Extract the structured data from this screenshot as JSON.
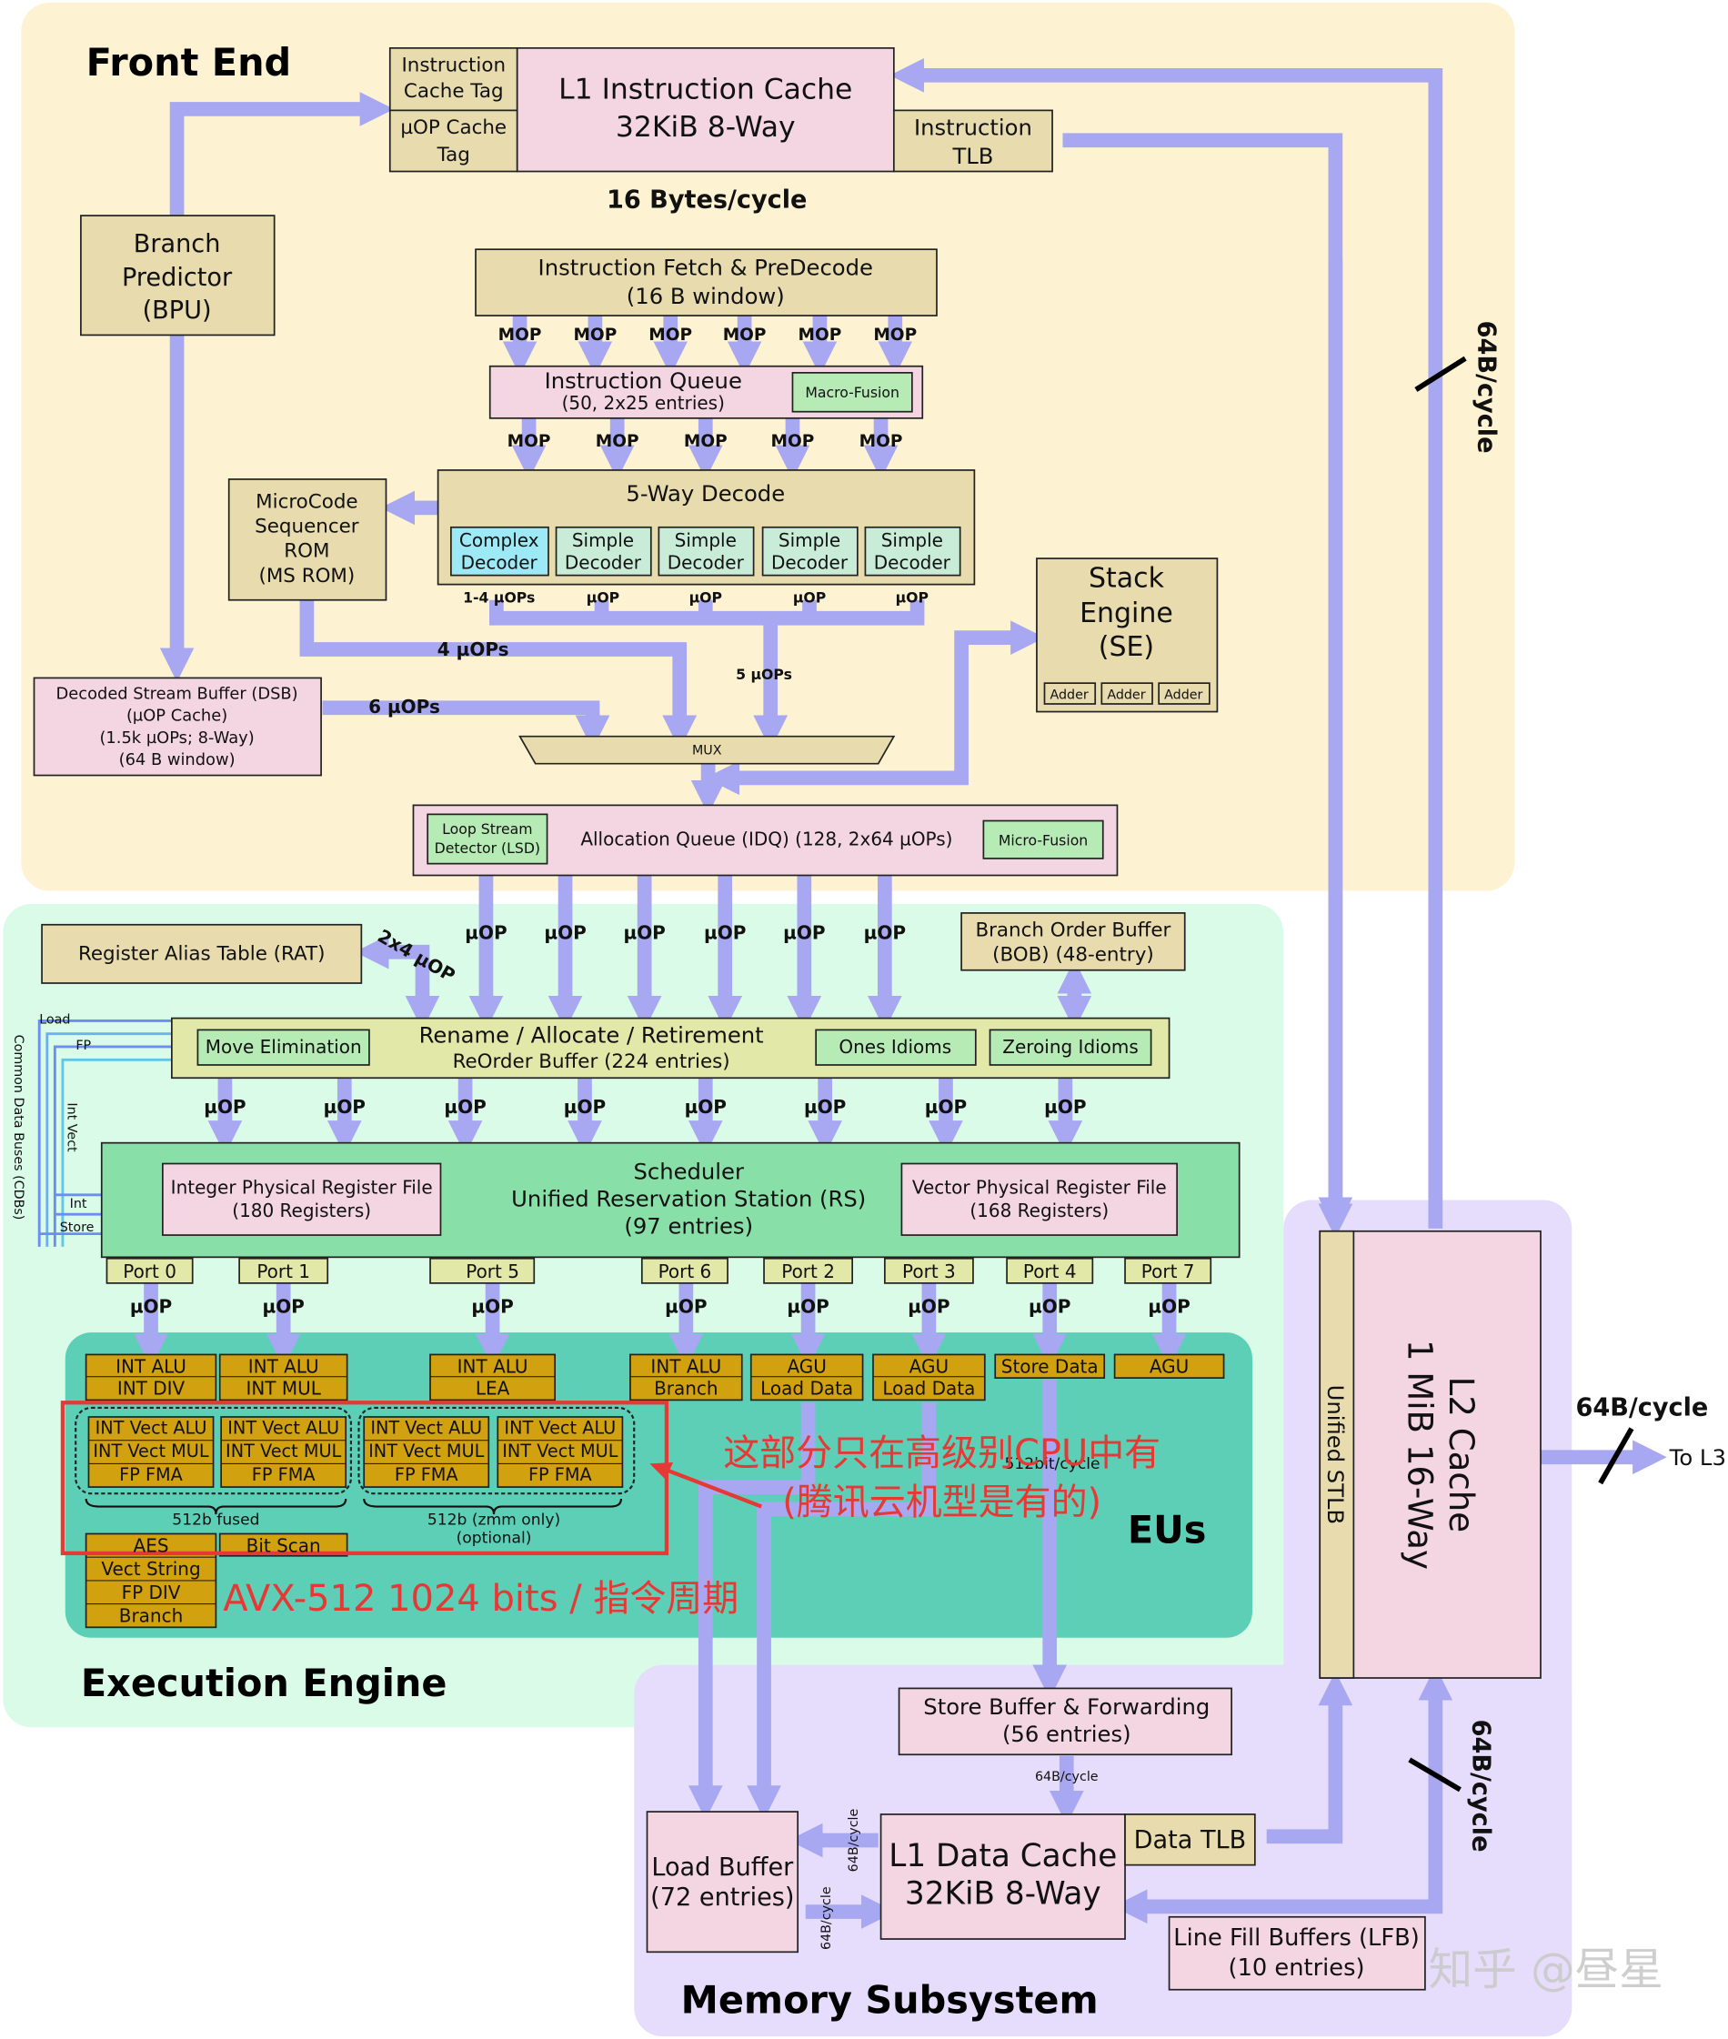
{
  "regions": {
    "front_end": "Front End",
    "execution_engine": "Execution Engine",
    "memory_subsystem": "Memory Subsystem",
    "eus": "EUs"
  },
  "front": {
    "icache_tag": [
      "Instruction",
      "Cache Tag"
    ],
    "uop_cache_tag": [
      "µOP Cache",
      "Tag"
    ],
    "l1i": [
      "L1 Instruction Cache",
      "32KiB 8-Way"
    ],
    "itlb": [
      "Instruction",
      "TLB"
    ],
    "bytes_per_cycle": "16 Bytes/cycle",
    "bpu": [
      "Branch",
      "Predictor",
      "(BPU)"
    ],
    "fetch": [
      "Instruction Fetch & PreDecode",
      "(16 B window)"
    ],
    "mop": "MOP",
    "iq": [
      "Instruction Queue",
      "(50, 2x25 entries)"
    ],
    "macro_fusion": "Macro-Fusion",
    "decode_title": "5-Way Decode",
    "decoders": [
      [
        "Complex",
        "Decoder"
      ],
      [
        "Simple",
        "Decoder"
      ],
      [
        "Simple",
        "Decoder"
      ],
      [
        "Simple",
        "Decoder"
      ],
      [
        "Simple",
        "Decoder"
      ]
    ],
    "decoder_out": [
      "1-4 µOPs",
      "µOP",
      "µOP",
      "µOP",
      "µOP"
    ],
    "msrom": [
      "MicroCode",
      "Sequencer",
      "ROM",
      "(MS ROM)"
    ],
    "stack_engine": [
      "Stack",
      "Engine",
      "(SE)"
    ],
    "adder": "Adder",
    "dsb": [
      "Decoded Stream Buffer (DSB)",
      "(µOP Cache)",
      "(1.5k µOPs; 8-Way)",
      "(64 B window)"
    ],
    "four_uops": "4 µOPs",
    "five_uops": "5 µOPs",
    "six_uops": "6 µOPs",
    "mux": "MUX",
    "lsd": [
      "Loop Stream",
      "Detector (LSD)"
    ],
    "idq": "Allocation Queue (IDQ) (128, 2x64 µOPs)",
    "micro_fusion": "Micro-Fusion",
    "l2_bw": "64B/cycle"
  },
  "exec": {
    "uop": "µOP",
    "rat": "Register Alias Table (RAT)",
    "rat_bw": "2x4 µOP",
    "bob": [
      "Branch Order Buffer",
      "(BOB) (48-entry)"
    ],
    "rob": [
      "Rename / Allocate / Retirement",
      "ReOrder Buffer (224 entries)"
    ],
    "move_elim": "Move Elimination",
    "ones_idioms": "Ones Idioms",
    "zeroing_idioms": "Zeroing Idioms",
    "cdb": "Common Data Buses (CDBs)",
    "bus_labels": [
      "Load",
      "FP",
      "Int Vect",
      "Int",
      "Store"
    ],
    "scheduler": [
      "Scheduler",
      "Unified Reservation Station (RS)",
      "(97 entries)"
    ],
    "int_prf": [
      "Integer Physical Register File",
      "(180 Registers)"
    ],
    "vec_prf": [
      "Vector Physical Register File",
      "(168 Registers)"
    ],
    "ports": [
      "Port 0",
      "Port 1",
      "Port 5",
      "Port 6",
      "Port 2",
      "Port 3",
      "Port 4",
      "Port 7"
    ],
    "eu_port0": [
      "INT ALU",
      "INT DIV"
    ],
    "eu_port1": [
      "INT ALU",
      "INT MUL"
    ],
    "eu_port5": [
      "INT ALU",
      "LEA"
    ],
    "eu_port6": [
      "INT ALU",
      "Branch"
    ],
    "eu_port2": [
      "AGU",
      "Load Data"
    ],
    "eu_port3": [
      "AGU",
      "Load Data"
    ],
    "eu_port4": [
      "Store Data"
    ],
    "eu_port7": [
      "AGU"
    ],
    "vec_unit": [
      "INT Vect ALU",
      "INT Vect MUL",
      "FP FMA"
    ],
    "fused": "512b fused",
    "zmm": [
      "512b (zmm only)",
      "(optional)"
    ],
    "aes_stack": [
      "AES",
      "Vect String",
      "FP DIV",
      "Branch"
    ],
    "bit_scan": "Bit Scan",
    "bw_512": "512bit/cycle",
    "annotation_cn": [
      "这部分只在高级别CPU中有",
      "(腾讯云机型是有的)"
    ],
    "annotation_avx": "AVX-512 1024 bits / 指令周期"
  },
  "memory": {
    "stlb": "Unified STLB",
    "l2": [
      "L2 Cache",
      "1 MiB 16-Way"
    ],
    "l3_bw": "64B/cycle",
    "to_l3": "To L3",
    "store_buffer": [
      "Store Buffer & Forwarding",
      "(56 entries)"
    ],
    "sb_bw": "64B/cycle",
    "load_buffer": [
      "Load Buffer",
      "(72 entries)"
    ],
    "l1d": [
      "L1 Data Cache",
      "32KiB 8-Way"
    ],
    "dtlb": "Data TLB",
    "lfb": [
      "Line Fill Buffers (LFB)",
      "(10 entries)"
    ],
    "lb_bw": "64B/cycle",
    "l2_lfb_bw": "64B/cycle"
  },
  "watermark": "知乎 @昼星",
  "colors": {
    "front_bg": "#fdf3d3",
    "exec_bg": "#d9fbe8",
    "mem_bg": "#e6dcfb",
    "eu_bg": "#5ccfb6",
    "arrow": "#a8a8f2",
    "pink": "#f4d6e2",
    "tan": "#e8dcae",
    "green_box": "#b7ebb5",
    "sched": "#89dfa8",
    "gold": "#d2a10f",
    "red": "#e53935"
  }
}
